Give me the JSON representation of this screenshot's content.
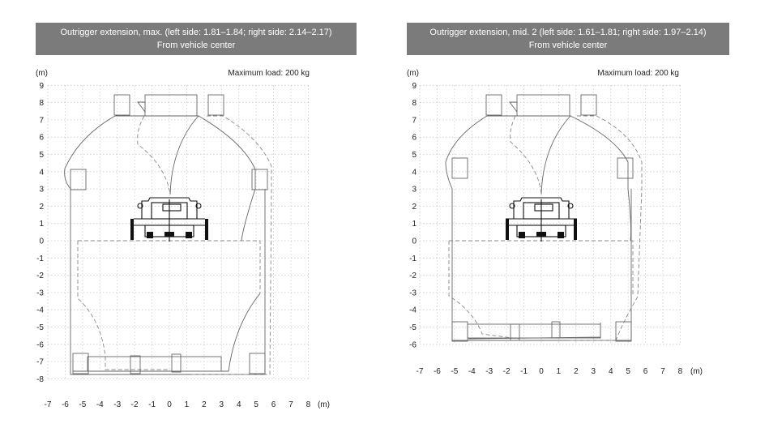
{
  "panels": [
    {
      "title_line1": "Outrigger extension, max. (left side: 1.81–1.84; right side: 2.14–2.17)",
      "title_line2": "From vehicle center",
      "max_load": "Maximum load: 200 kg",
      "y_unit": "(m)",
      "x_unit": "(m)",
      "x_ticks": [
        "-7",
        "-6",
        "-5",
        "-4",
        "-3",
        "-2",
        "-1",
        "0",
        "1",
        "2",
        "3",
        "4",
        "5",
        "6",
        "7",
        "8"
      ],
      "y_ticks": [
        "9",
        "8",
        "7",
        "6",
        "5",
        "4",
        "3",
        "2",
        "1",
        "0",
        "-1",
        "-2",
        "-3",
        "-4",
        "-5",
        "-6",
        "-7",
        "-8"
      ]
    },
    {
      "title_line1": "Outrigger extension, mid. 2 (left side: 1.61–1.81; right side: 1.97–2.14)",
      "title_line2": "From vehicle center",
      "max_load": "Maximum load: 200 kg",
      "y_unit": "(m)",
      "x_unit": "(m)",
      "x_ticks": [
        "-7",
        "-6",
        "-5",
        "-4",
        "-3",
        "-2",
        "-1",
        "0",
        "1",
        "2",
        "3",
        "4",
        "5",
        "6",
        "7",
        "8"
      ],
      "y_ticks": [
        "9",
        "8",
        "7",
        "6",
        "5",
        "4",
        "3",
        "2",
        "1",
        "0",
        "-1",
        "-2",
        "-3",
        "-4",
        "-5",
        "-6"
      ]
    }
  ],
  "colors": {
    "title_bg": "#7b7b7b",
    "title_text": "#ffffff",
    "grid": "#c9c9c9",
    "outline": "#666666"
  }
}
